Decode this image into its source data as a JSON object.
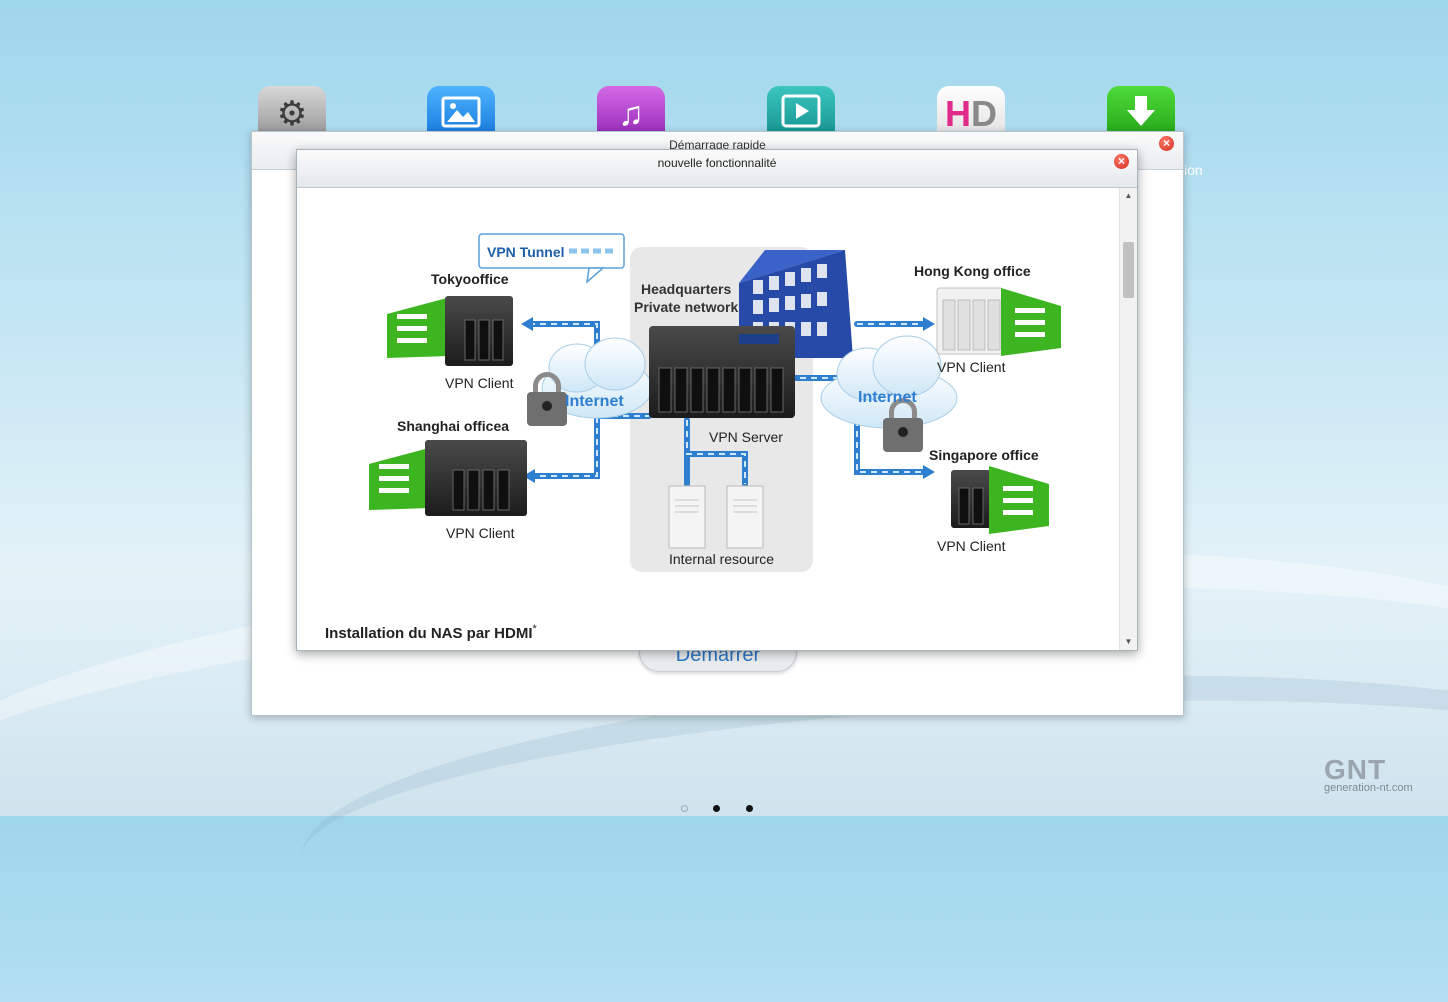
{
  "outer_window": {
    "title": "Démarrage rapide",
    "start_button_label": "Démarrer"
  },
  "inner_window": {
    "title": "nouvelle fonctionnalité",
    "caption": "Installation du NAS par HDMI",
    "caption_mark": "*"
  },
  "diagram": {
    "tunnel_label": "VPN Tunnel",
    "hq_label_line1": "Headquarters",
    "hq_label_line2": "Private network",
    "server_label": "VPN Server",
    "internal_label": "Internal resource",
    "internet_left": "Internet",
    "internet_right": "Internet",
    "tokyo": "Tokyooffice",
    "shanghai": "Shanghai officea",
    "hongkong": "Hong Kong office",
    "singapore": "Singapore office",
    "client_label": "VPN Client"
  },
  "desktop": {
    "side_text": "ion",
    "watermark_logo": "GNT",
    "watermark_site": "generation-nt.com",
    "page_dots": 3,
    "active_dot": 2
  },
  "colors": {
    "accent_blue": "#2a78c8",
    "building_green": "#3cb521",
    "close_red": "#d22b1d"
  },
  "icons": [
    "settings-icon",
    "photo-station-icon",
    "music-station-icon",
    "video-station-icon",
    "hd-station-icon",
    "download-station-icon"
  ]
}
